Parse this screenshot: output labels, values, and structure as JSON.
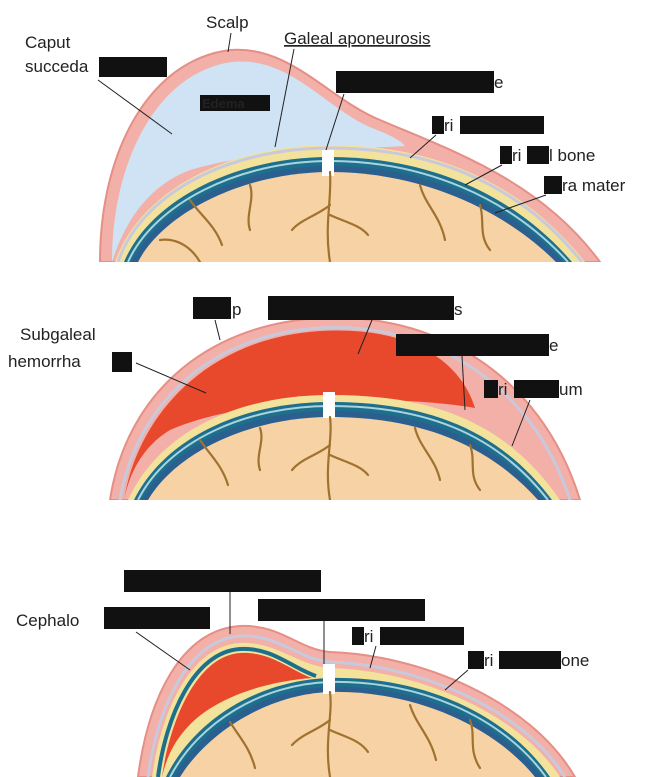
{
  "colors": {
    "scalp": "#f2b0a8",
    "scalp_edge": "#e58f86",
    "aponeurosis": "#c9c9dd",
    "periosteum": "#f2e29c",
    "bone": "#1d6f8c",
    "bone_inner": "#a9d3e0",
    "dura": "#2a5f8f",
    "brain": "#f6d2a4",
    "vessel": "#a0722f",
    "caput": "#cfe3f5",
    "hemorrhage": "#e8482c",
    "redaction": "#111111"
  },
  "panel1": {
    "scalp": "Scalp",
    "caput_line1": "Caput",
    "caput_line2": "succeda",
    "galeal": "Galeal aponeurosis",
    "edema": "Edema",
    "suture_tail": "e",
    "periosteum_tail": "ri",
    "parietal_a": "ri",
    "parietal_b": "l bone",
    "dura": "ra mater"
  },
  "panel2": {
    "scalp_tail": "p",
    "aponeurosis_tail": "s",
    "subgaleal_line1": "Subgaleal",
    "subgaleal_line2": "hemorrha",
    "suture_tail": "e",
    "periosteum_a": "ri",
    "periosteum_b": "um"
  },
  "panel3": {
    "cephalo": "Cephalo",
    "periosteum_tail": "ri",
    "bone_a": "ri",
    "bone_b": "one"
  }
}
